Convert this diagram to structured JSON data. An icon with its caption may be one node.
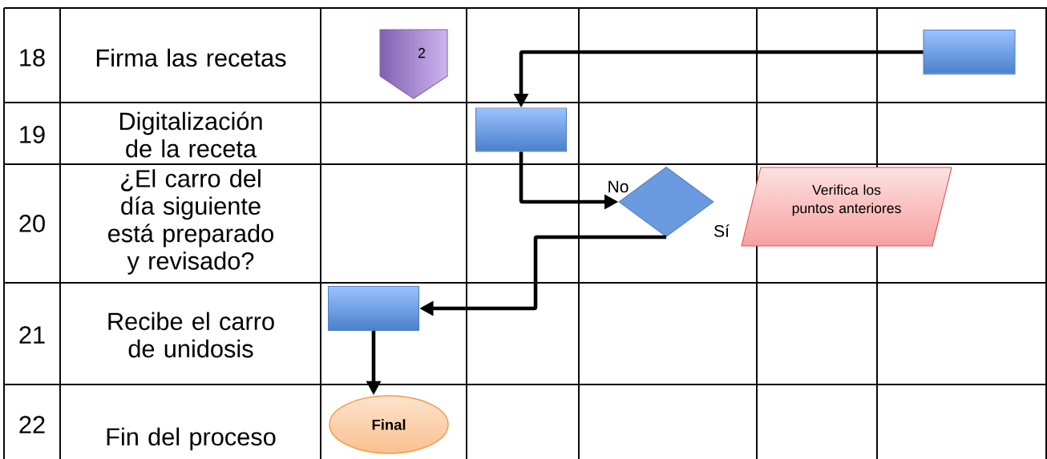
{
  "diagram": {
    "nodes": [
      {
        "text": [
          "2"
        ]
      },
      {
        "text": [],
        "shape": "box"
      },
      {
        "text": [],
        "shape": "box"
      },
      {
        "text": [],
        "shape": "diamond"
      },
      {
        "text": [
          "Verifica los puntos anteriores"
        ]
      },
      {
        "text": [],
        "shape": "box"
      },
      {
        "text": [
          "Final"
        ]
      }
    ],
    "edges": [
      {
        "from": 1,
        "to": 2,
        "arrow": "to"
      },
      {
        "from": 2,
        "to": 3,
        "arrow": "to"
      },
      {
        "from": 3,
        "to": 5,
        "arrow": "to"
      },
      {
        "from": 5,
        "to": 6,
        "arrow": "to"
      }
    ],
    "labels": [
      "18",
      "Firma las recetas",
      "19",
      "Digitalización de la receta",
      "No",
      "20",
      "¿El carro del día siguiente está preparado y revisado?",
      "Sí",
      "21",
      "Recibe el carro de unidosis",
      "22",
      "Fin del proceso"
    ]
  }
}
